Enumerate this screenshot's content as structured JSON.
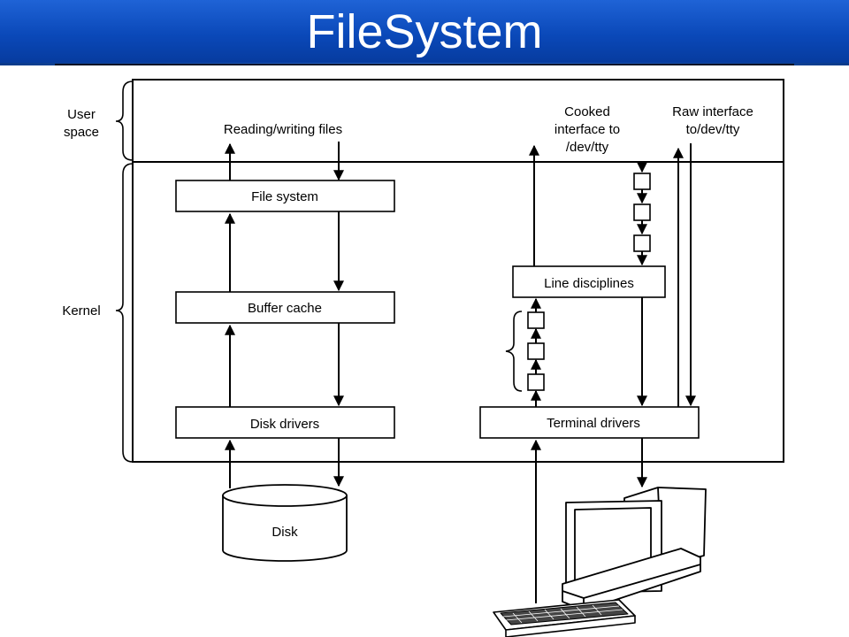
{
  "title": "FileSystem",
  "diagram": {
    "regions": {
      "user_space": "User space",
      "user_space_lines": [
        "User",
        "space"
      ],
      "kernel": "Kernel"
    },
    "boxes": {
      "file_system": "File system",
      "buffer_cache": "Buffer cache",
      "disk_drivers": "Disk drivers",
      "line_disciplines": "Line disciplines",
      "terminal_drivers": "Terminal drivers"
    },
    "storage": {
      "disk": "Disk"
    },
    "labels": {
      "reading_writing": "Reading/writing files",
      "cooked_lines": [
        "Cooked",
        "interface to",
        "/dev/tty"
      ],
      "raw_lines": [
        "Raw interface",
        "to/dev/tty"
      ]
    },
    "icons": [
      "computer-terminal-icon",
      "keyboard-icon",
      "disk-cylinder-icon"
    ]
  }
}
